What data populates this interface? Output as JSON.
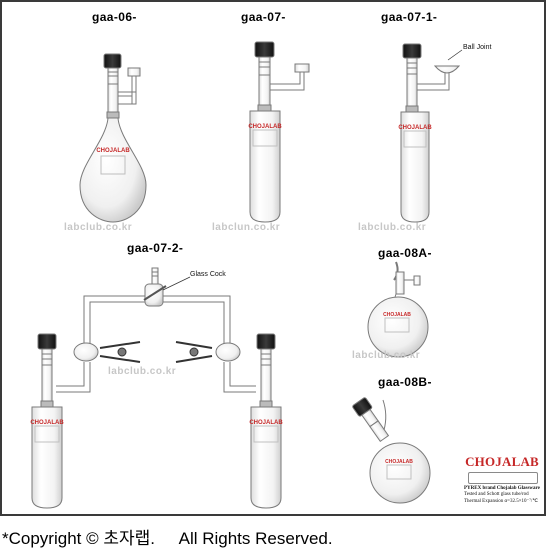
{
  "models": {
    "gaa_06": "gaa-06-",
    "gaa_07": "gaa-07-",
    "gaa_07_1": "gaa-07-1-",
    "gaa_07_2": "gaa-07-2-",
    "gaa_08A": "gaa-08A-",
    "gaa_08B": "gaa-08B-"
  },
  "annotations": {
    "ball_joint": "Ball Joint",
    "glass_cock": "Glass Cock"
  },
  "flask_logo": "CHOJALAB",
  "watermarks": [
    "labclub.co.kr",
    "labclun.co.kr",
    "labclub.co.kr",
    "labclub.co.kr",
    "labclub.co.kr"
  ],
  "brand": {
    "name": "CHOJALAB",
    "line1": "PYREX brand Chojalab Glassware",
    "line2": "Tested and Schott glass tube/rod",
    "line3": "Thermal Expansion α=32.5×10⁻⁷/℃"
  },
  "copyright": "*Copyright © 초자랩.     All Rights Reserved.",
  "colors": {
    "border": "#3a3a3a",
    "logo_red": "#c62828",
    "watermark": "#c7c7c7",
    "glass_outline": "#7a7a7a"
  }
}
